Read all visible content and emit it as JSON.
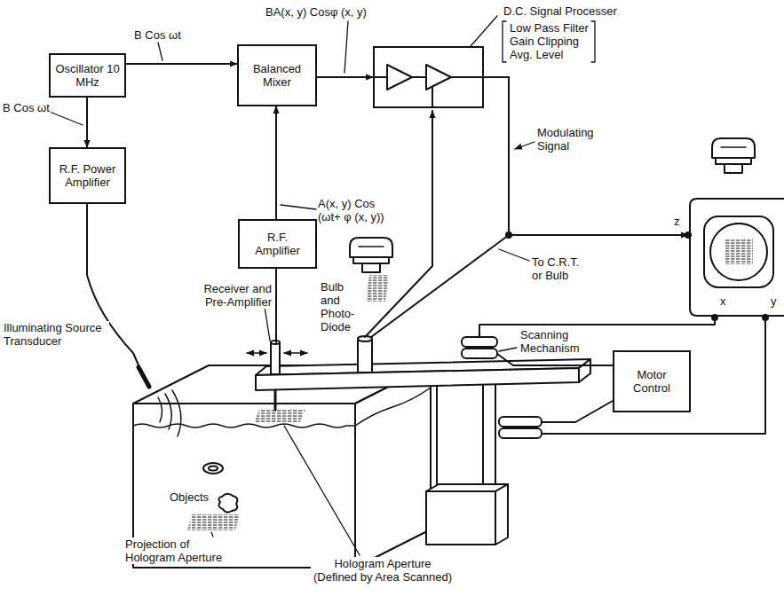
{
  "diagram": {
    "nodes": [
      {
        "text": [
          "Oscillator 10 MHz"
        ]
      },
      {
        "text": [
          "Balanced Mixer"
        ]
      },
      {
        "text": [
          "D.C. Signal Processer",
          "Low Pass Filter Gain Clipping Avg. Level"
        ]
      },
      {
        "text": [
          "R.F. Power Amplifier"
        ]
      },
      {
        "text": [
          "R.F. Amplifier"
        ]
      },
      {
        "text": [
          "z",
          "x",
          "y"
        ]
      },
      {
        "text": [
          "Motor Control"
        ]
      }
    ],
    "edges": [
      {
        "from": 0,
        "to": 1,
        "arrow": "to",
        "label": "B Cos ωt"
      },
      {
        "from": 0,
        "to": 3,
        "arrow": "to",
        "label": "B Cos ωt"
      },
      {
        "from": 4,
        "to": 1,
        "arrow": "to",
        "label": "A(x, y) Cos (ωt+ φ (x, y))"
      },
      {
        "from": 1,
        "to": 2,
        "arrow": "to",
        "label": "BA(x, y) Cosφ (x, y)"
      },
      {
        "from": 2,
        "to": 5,
        "arrow": "to"
      }
    ],
    "labels": [
      "Modulating Signal",
      "To C.R.T. or Bulb",
      "Receiver and Pre-Amplifier",
      "Bulb and Photo-Diode",
      "Illuminating Source Transducer",
      "Scanning Mechanism",
      "Objects",
      "Projection of Hologram Aperture",
      "Hologram Aperture (Defined by Area Scanned)"
    ]
  }
}
